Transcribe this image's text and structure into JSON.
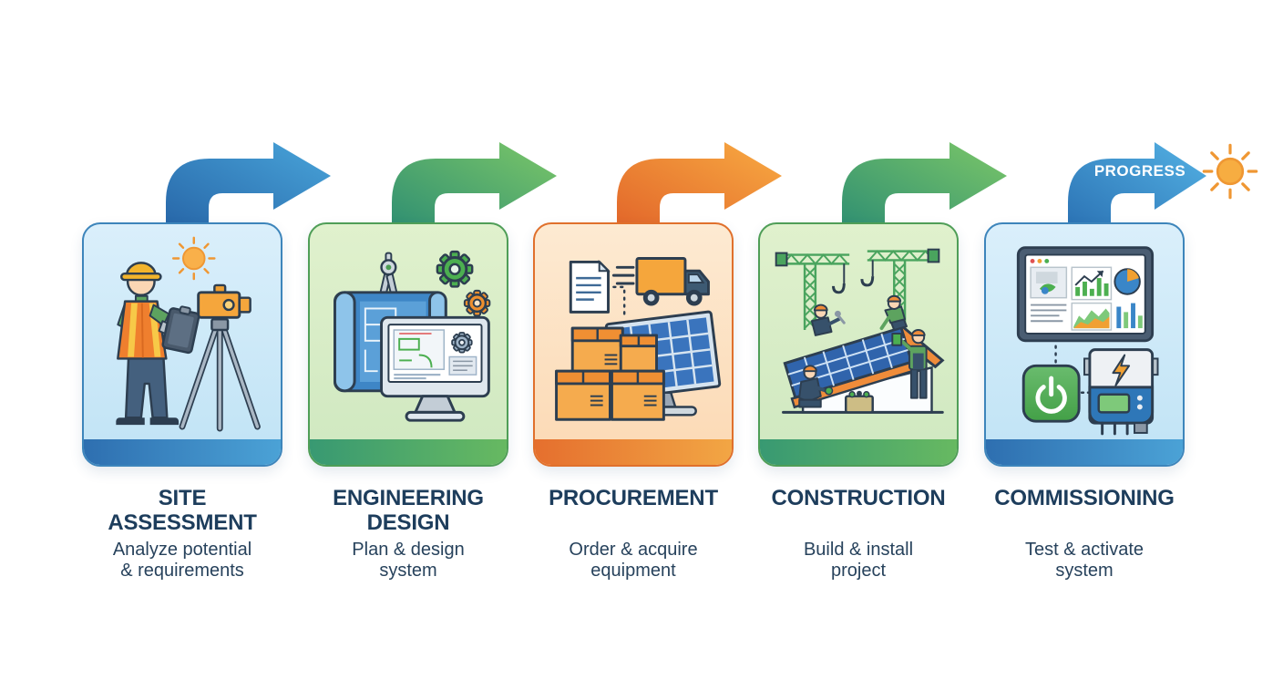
{
  "diagram": {
    "background_color": "#ffffff",
    "title_color": "#1d3d5c",
    "description_color": "#27425c",
    "progress_label": "PROGRESS",
    "progress_arrow_gradient": [
      "#2b72b4",
      "#54b2e4"
    ],
    "sun_color": "#f7ad41"
  },
  "stages": [
    {
      "id": "site-assessment",
      "title": "SITE\nASSESSMENT",
      "description": "Analyze potential\n& requirements",
      "illustration": "surveyor-tripod-sun",
      "theme": "blue",
      "card_border": "#3d85bb",
      "card_background": [
        "#daeffb",
        "#c0e3f5"
      ],
      "band_gradient": [
        "#2e6fb0",
        "#4ba2d6"
      ],
      "arrow_gradient": [
        "#2766a8",
        "#49a5da"
      ]
    },
    {
      "id": "engineering-design",
      "title": "ENGINEERING\nDESIGN",
      "description": "Plan & design\nsystem",
      "illustration": "blueprint-compass-gears-monitor",
      "theme": "green",
      "card_border": "#4f9e57",
      "card_background": [
        "#e0f1cd",
        "#cfe8c0"
      ],
      "band_gradient": [
        "#389972",
        "#67b961"
      ],
      "arrow_gradient": [
        "#2f8f72",
        "#7cc768"
      ]
    },
    {
      "id": "procurement",
      "title": "PROCUREMENT",
      "description": "Order & acquire\nequipment",
      "illustration": "document-truck-solar-panel-boxes",
      "theme": "orange",
      "card_border": "#e0702c",
      "card_background": [
        "#fdead2",
        "#fcd9b4"
      ],
      "band_gradient": [
        "#e56f2e",
        "#f2a644"
      ],
      "arrow_gradient": [
        "#e2662a",
        "#f8ab42"
      ]
    },
    {
      "id": "construction",
      "title": "CONSTRUCTION",
      "description": "Build & install\nproject",
      "illustration": "cranes-workers-solar-roof",
      "theme": "green",
      "card_border": "#4f9e57",
      "card_background": [
        "#e0f1cd",
        "#cfe8c0"
      ],
      "band_gradient": [
        "#389972",
        "#67b961"
      ],
      "arrow_gradient": [
        "#2f8f72",
        "#7cc768"
      ]
    },
    {
      "id": "commissioning",
      "title": "COMMISSIONING",
      "description": "Test & activate\nsystem",
      "illustration": "dashboard-power-button-inverter",
      "theme": "blue",
      "card_border": "#3d85bb",
      "card_background": [
        "#daeffb",
        "#c0e3f5"
      ],
      "band_gradient": [
        "#2e6fb0",
        "#4ba2d6"
      ],
      "arrow_gradient": [
        "#2b72b4",
        "#54b2e4"
      ]
    }
  ]
}
